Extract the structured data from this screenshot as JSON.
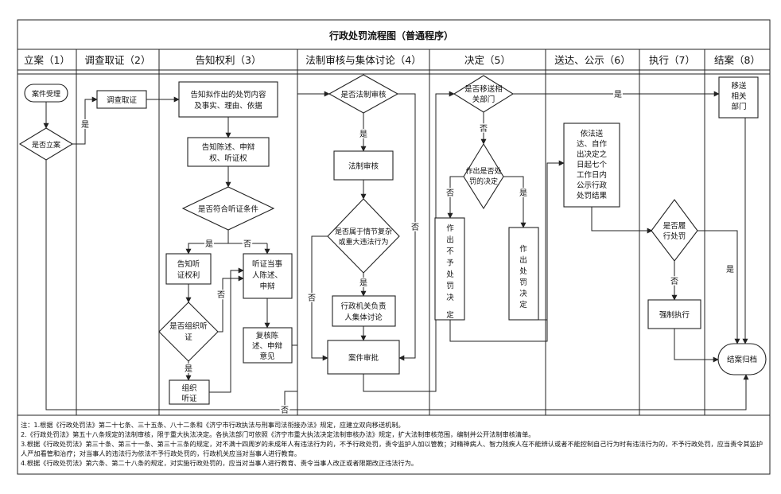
{
  "title": "行政处罚流程图（普通程序）",
  "columns": [
    "立案（1）",
    "调查取证（2）",
    "告知权利（3）",
    "法制审核与集体讨论（4）",
    "决定（5）",
    "送达、公示（6）",
    "执行（7）",
    "结案（8）"
  ],
  "nodes": {
    "case_accept": "案件受理",
    "file_case_q": "是否立案",
    "investigate": "调查取证",
    "inform_intended": [
      "告知拟作出的处罚内容",
      "及事实、理由、依据"
    ],
    "inform_rights": [
      "告知陈述、申辩",
      "权、听证权"
    ],
    "hearing_condition_q": "是否符合听证条件",
    "inform_hearing": [
      "告知听",
      "证权利"
    ],
    "organize_hearing_q": [
      "是否组织听",
      "证"
    ],
    "organize_hearing": [
      "组织",
      "听证"
    ],
    "hear_statement": [
      "听证当事",
      "人陈述、",
      "申辩"
    ],
    "review_statement": [
      "复核陈",
      "述、申辩",
      "意见"
    ],
    "legal_review_q": "是否法制审核",
    "legal_review": "法制审核",
    "serious_case_q": [
      "是否属于情节复杂",
      "或重大违法行为"
    ],
    "collective_discussion": [
      "行政机关负责",
      "人集体讨论"
    ],
    "case_approval": "案件审批",
    "transfer_q": [
      "是否移送相",
      "关部门"
    ],
    "punish_q": [
      "作出是否处",
      "罚的决定"
    ],
    "no_punish": [
      "作",
      "出",
      "不",
      "予",
      "处",
      "罚",
      "决",
      "定"
    ],
    "punish": [
      "作",
      "出",
      "处",
      "罚",
      "决",
      "定"
    ],
    "serve_publicize": [
      "依法送",
      "达、自作",
      "出决定之",
      "日起七个",
      "工作日内",
      "公示行政",
      "处罚结果"
    ],
    "comply_q": [
      "是否履",
      "行处罚"
    ],
    "enforce": "强制执行",
    "transfer_dept": [
      "移送",
      "相关",
      "部门"
    ],
    "close_archive": "结案归档"
  },
  "edge_labels": {
    "yes": "是",
    "no": "否"
  },
  "notes": [
    "注：1.根据《行政处罚法》第二十七条、三十五条、八十二条和《济宁市行政执法与刑事司法衔接办法》规定，应建立双向移送机制。",
    "2.《行政处罚法》第五十八条规定的法制审核，限于重大执法决定。各执法部门可依照《济宁市重大执法决定法制审核办法》规定，扩大法制审核范围，编制并公开法制审核清单。",
    "3.根据《行政处罚法》第三十条、第三十一条、第三十三条的规定，对不满十四周岁的未成年人有违法行为的，不予行政处罚，责令监护人加以管教；对精神病人、智力残疾人在不能辨认或者不能控制自己行为时有违法行为的，不予行政处罚，应当责令其监护人严加看管和治疗；对当事人的违法行为依法不予行政处罚的，行政机关应当对当事人进行教育。",
    "4.根据《行政处罚法》第六条、第二十八条的规定，对实施行政处罚的，应当对当事人进行教育、责令当事人改正或者限期改正违法行为。"
  ]
}
